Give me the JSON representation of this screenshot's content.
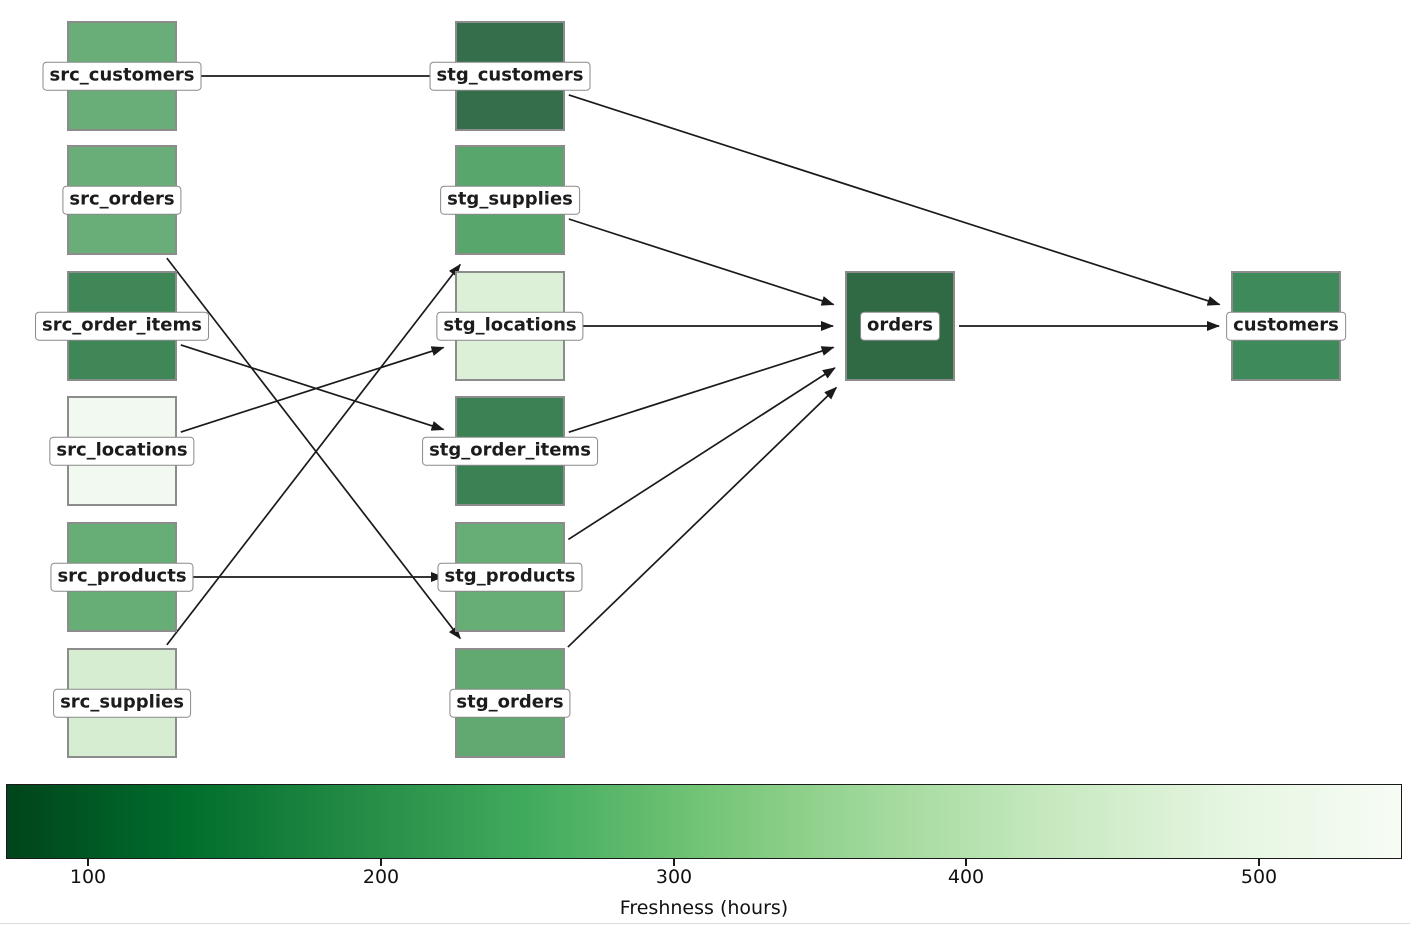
{
  "figure": {
    "type": "data-lineage-dag",
    "background": "#ffffff",
    "graph": {
      "edge_color": "#1a1a1a",
      "node_border_color": "#8c8c8c",
      "label_bg": "#ffffff",
      "label_border_color": "#8a8a8a",
      "label_text_color": "#1c1c1c",
      "nodes": [
        {
          "id": "src_customers",
          "label": "src_customers",
          "col": 0,
          "row": 0,
          "color": "#69ae78"
        },
        {
          "id": "src_orders",
          "label": "src_orders",
          "col": 0,
          "row": 1,
          "color": "#69ae78"
        },
        {
          "id": "src_order_items",
          "label": "src_order_items",
          "col": 0,
          "row": 2,
          "color": "#3f8757"
        },
        {
          "id": "src_locations",
          "label": "src_locations",
          "col": 0,
          "row": 3,
          "color": "#f2f9f0"
        },
        {
          "id": "src_products",
          "label": "src_products",
          "col": 0,
          "row": 4,
          "color": "#67ad76"
        },
        {
          "id": "src_supplies",
          "label": "src_supplies",
          "col": 0,
          "row": 5,
          "color": "#d6edd2"
        },
        {
          "id": "stg_customers",
          "label": "stg_customers",
          "col": 1,
          "row": 0,
          "color": "#346e4a"
        },
        {
          "id": "stg_supplies",
          "label": "stg_supplies",
          "col": 1,
          "row": 1,
          "color": "#58a66b"
        },
        {
          "id": "stg_locations",
          "label": "stg_locations",
          "col": 1,
          "row": 2,
          "color": "#dbf0d7"
        },
        {
          "id": "stg_order_items",
          "label": "stg_order_items",
          "col": 1,
          "row": 3,
          "color": "#3a8154"
        },
        {
          "id": "stg_products",
          "label": "stg_products",
          "col": 1,
          "row": 4,
          "color": "#67ad76"
        },
        {
          "id": "stg_orders",
          "label": "stg_orders",
          "col": 1,
          "row": 5,
          "color": "#62a971"
        },
        {
          "id": "orders",
          "label": "orders",
          "col": 2,
          "row": 2,
          "color": "#2f6a45"
        },
        {
          "id": "customers",
          "label": "customers",
          "col": 3,
          "row": 2,
          "color": "#3e8a5a"
        }
      ],
      "edges": [
        {
          "from": "src_customers",
          "to": "stg_customers"
        },
        {
          "from": "src_orders",
          "to": "stg_orders"
        },
        {
          "from": "src_order_items",
          "to": "stg_order_items"
        },
        {
          "from": "src_locations",
          "to": "stg_locations"
        },
        {
          "from": "src_products",
          "to": "stg_products"
        },
        {
          "from": "src_supplies",
          "to": "stg_supplies"
        },
        {
          "from": "stg_customers",
          "to": "customers"
        },
        {
          "from": "stg_supplies",
          "to": "orders"
        },
        {
          "from": "stg_locations",
          "to": "orders"
        },
        {
          "from": "stg_order_items",
          "to": "orders"
        },
        {
          "from": "stg_products",
          "to": "orders"
        },
        {
          "from": "stg_orders",
          "to": "orders"
        },
        {
          "from": "orders",
          "to": "customers"
        }
      ]
    },
    "colorbar": {
      "label": "Freshness (hours)",
      "tick_labels": [
        "100",
        "200",
        "300",
        "400",
        "500"
      ],
      "gradient_stops": [
        "#00441b",
        "#006d2c",
        "#238b45",
        "#41ab5d",
        "#74c476",
        "#a1d99b",
        "#c7e9c0",
        "#e5f5e0",
        "#f7fcf5"
      ],
      "border_color": "#1a1a1a"
    }
  }
}
